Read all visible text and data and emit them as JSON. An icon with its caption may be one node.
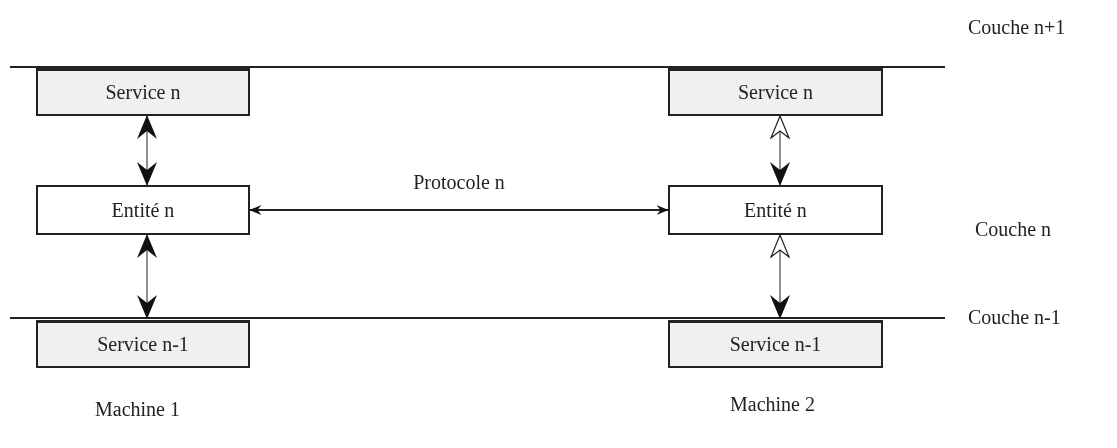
{
  "diagram": {
    "nodes": [
      {
        "text": [
          "Service n"
        ]
      },
      {
        "text": [
          "Entité n"
        ]
      },
      {
        "text": [
          "Service n-1"
        ]
      },
      {
        "text": [
          "Service n"
        ]
      },
      {
        "text": [
          "Entité n"
        ]
      },
      {
        "text": [
          "Service n-1"
        ]
      }
    ],
    "edges": [
      {
        "from": 0,
        "to": 1,
        "arrow": "both"
      },
      {
        "from": 1,
        "to": 2,
        "arrow": "both"
      },
      {
        "from": 1,
        "to": 4,
        "arrow": "both",
        "label": "Protocole n"
      },
      {
        "from": 3,
        "to": 4,
        "arrow": "both"
      },
      {
        "from": 4,
        "to": 5,
        "arrow": "both"
      }
    ],
    "labels": [
      "Couche n+1",
      "Couche n",
      "Couche n-1",
      "Machine 1",
      "Machine 2"
    ]
  }
}
